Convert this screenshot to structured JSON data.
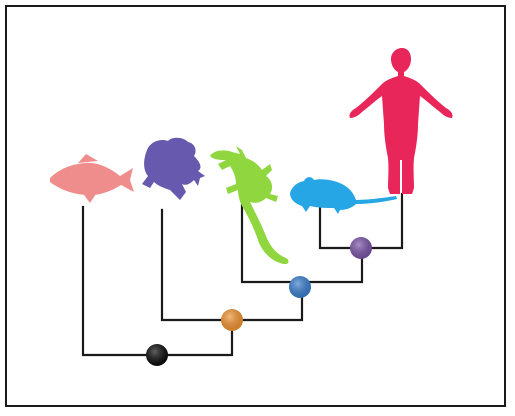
{
  "figure": {
    "taxa": [
      {
        "id": "fish",
        "icon": "fish-silhouette-icon",
        "color": "#ef8d8d"
      },
      {
        "id": "frog",
        "icon": "frog-silhouette-icon",
        "color": "#6759ad"
      },
      {
        "id": "lizard",
        "icon": "lizard-silhouette-icon",
        "color": "#8fd63f"
      },
      {
        "id": "mouse",
        "icon": "mouse-silhouette-icon",
        "color": "#27a6e6"
      },
      {
        "id": "human",
        "icon": "human-silhouette-icon",
        "color": "#e8265a"
      }
    ],
    "nodes": [
      {
        "id": "node-root",
        "color": "#0b0b0b"
      },
      {
        "id": "node-tetrapods",
        "color": "#f29431"
      },
      {
        "id": "node-amniotes",
        "color": "#3a7fcf"
      },
      {
        "id": "node-mammals",
        "color": "#7a54a8"
      }
    ],
    "branch_color": "#1a1a1a",
    "frame_color": "#1a1a1a"
  }
}
